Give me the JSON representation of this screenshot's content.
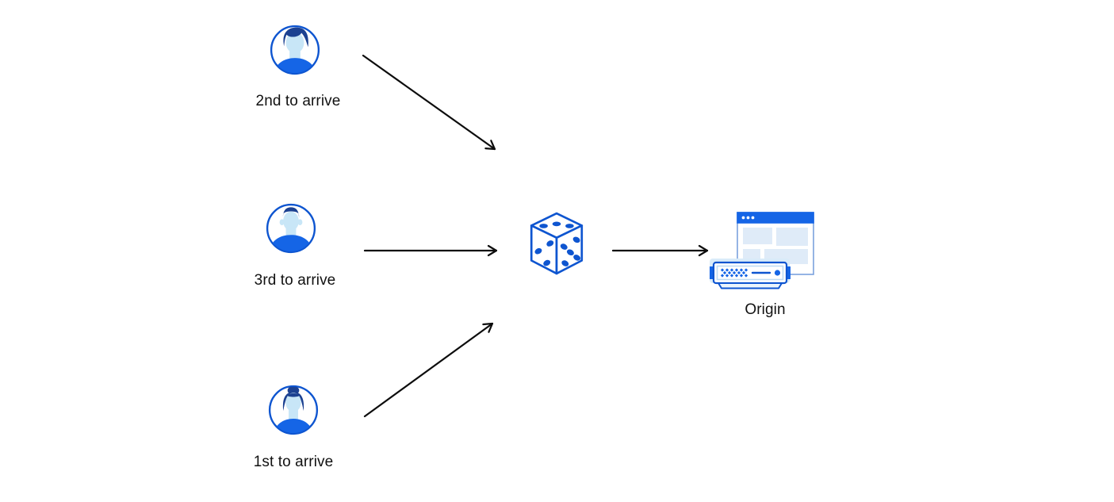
{
  "diagram_type": "flow-diagram",
  "colors": {
    "background": "#ffffff",
    "outline_blue": "#0e55d0",
    "fill_blue": "#1565e6",
    "hair_navy": "#1c4191",
    "skin_light_blue": "#c8e6f7",
    "panel_light_blue": "#dfebf8",
    "shadow_light_blue": "#d9ebf9",
    "arrow_black": "#0d0d0d",
    "text_color": "#111111"
  },
  "actors": [
    {
      "name": "visitor-second",
      "label": "2nd to arrive",
      "avatar": "man-swept-hair-avatar"
    },
    {
      "name": "visitor-third",
      "label": "3rd to arrive",
      "avatar": "man-flat-hair-avatar"
    },
    {
      "name": "visitor-first",
      "label": "1st to arrive",
      "avatar": "woman-bun-hair-avatar"
    }
  ],
  "random_selector": {
    "icon": "dice-icon"
  },
  "origin": {
    "label": "Origin",
    "icon": "origin-server-icon"
  },
  "edges": [
    {
      "from": "visitor-second",
      "to": "dice"
    },
    {
      "from": "visitor-third",
      "to": "dice"
    },
    {
      "from": "visitor-first",
      "to": "dice"
    },
    {
      "from": "dice",
      "to": "origin"
    }
  ]
}
